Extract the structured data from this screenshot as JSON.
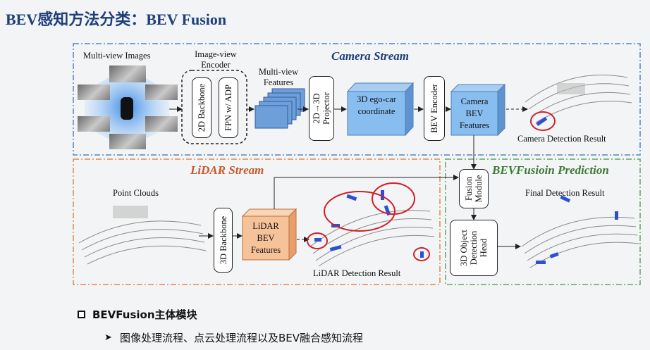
{
  "title": "BEV感知方法分类：BEV Fusion",
  "diagram": {
    "camera_stream": {
      "title": "Camera Stream",
      "multi_view_images": "Multi-view Images",
      "encoder_label": "Image-view Encoder",
      "backbone_2d": "2D Backbone",
      "fpn": "FPN w/ ADP",
      "features_label": "Multi-view Features",
      "projector": "2D→3D Projector",
      "ego_car": "3D ego-car coordinate",
      "bev_encoder": "BEV Encoder",
      "camera_bev": "Camera BEV Features",
      "detection_result": "Camera Detection Result"
    },
    "lidar_stream": {
      "title": "LiDAR Stream",
      "point_clouds": "Point Clouds",
      "backbone_3d": "3D Backbone",
      "lidar_bev": "LiDAR BEV Features",
      "detection_result": "LiDAR Detection Result"
    },
    "fusion": {
      "title": "BEVFusioin Prediction",
      "fusion_module": "Fusion Module",
      "detection_head": "3D Object Detection Head",
      "final_result": "Final Detection Result"
    },
    "colors": {
      "camera_border": "#4f86c6",
      "lidar_border": "#e08a4a",
      "fusion_border": "#5ea85a",
      "camera_title": "#1f3f7a",
      "lidar_title": "#c8582a",
      "fusion_title": "#3d7a35",
      "box_blue": "#7fb3e6",
      "box_orange": "#f6c29a",
      "circle_red": "#d0202a"
    }
  },
  "bullets": {
    "heading": "BEVFusion主体模块",
    "item": "图像处理流程、点云处理流程以及BEV融合感知流程"
  }
}
